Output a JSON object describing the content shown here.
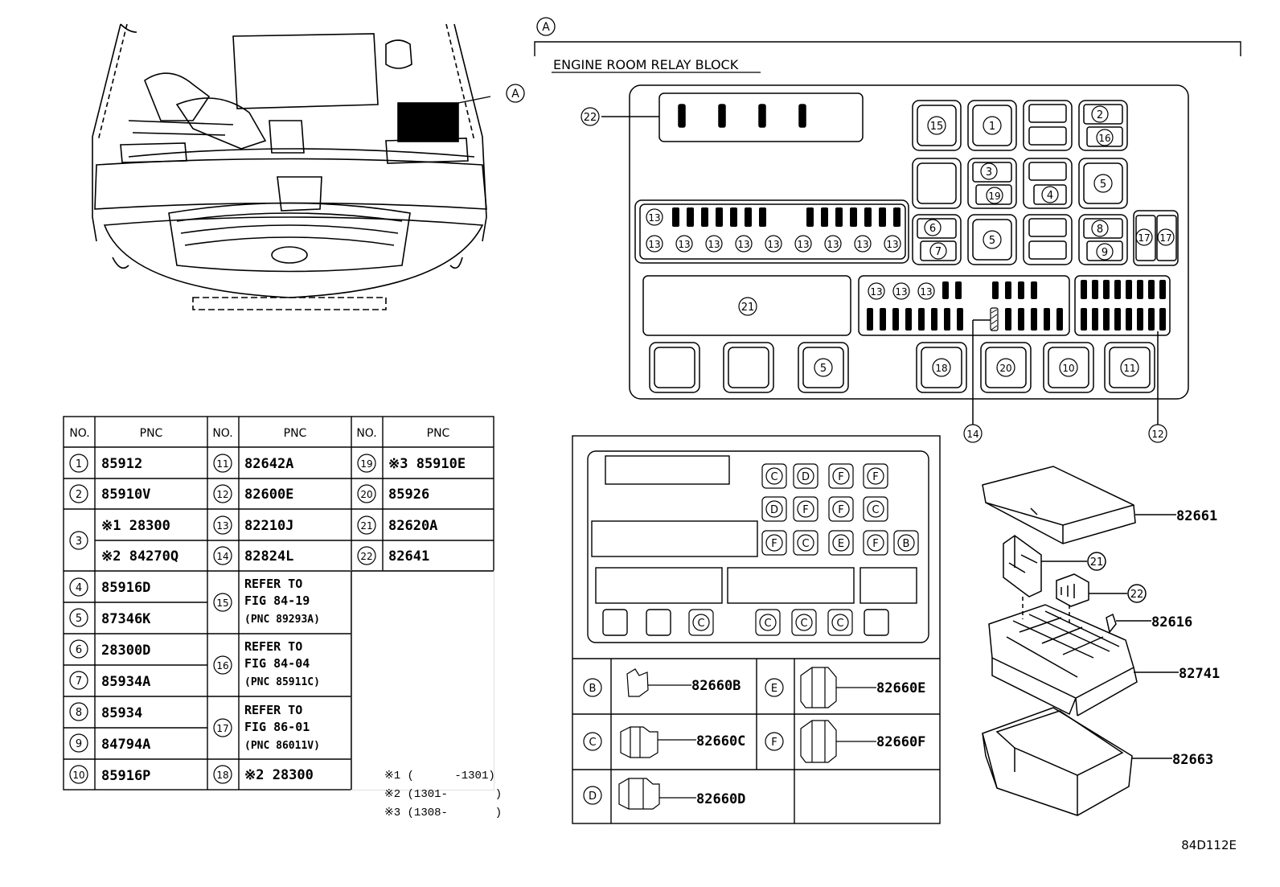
{
  "callout_a": "A",
  "relay_block_title": "ENGINE ROOM RELAY BLOCK",
  "relay_labels": {
    "n1": "1",
    "n2": "2",
    "n3": "3",
    "n4": "4",
    "n5": "5",
    "n6": "6",
    "n7": "7",
    "n8": "8",
    "n9": "9",
    "n10": "10",
    "n11": "11",
    "n12": "12",
    "n13": "13",
    "n14": "14",
    "n15": "15",
    "n16": "16",
    "n17": "17",
    "n18": "18",
    "n19": "19",
    "n20": "20",
    "n21": "21",
    "n22": "22"
  },
  "table": {
    "head_no": "NO.",
    "head_pnc": "PNC",
    "rows": {
      "r1": {
        "no": "1",
        "pnc": "85912"
      },
      "r2": {
        "no": "2",
        "pnc": "85910V"
      },
      "r3": {
        "no": "3",
        "pnc_a": "※1 28300",
        "pnc_b": "※2 84270Q"
      },
      "r4": {
        "no": "4",
        "pnc": "85916D"
      },
      "r5": {
        "no": "5",
        "pnc": "87346K"
      },
      "r6": {
        "no": "6",
        "pnc": "28300D"
      },
      "r7": {
        "no": "7",
        "pnc": "85934A"
      },
      "r8": {
        "no": "8",
        "pnc": "85934"
      },
      "r9": {
        "no": "9",
        "pnc": "84794A"
      },
      "r10": {
        "no": "10",
        "pnc": "85916P"
      },
      "r11": {
        "no": "11",
        "pnc": "82642A"
      },
      "r12": {
        "no": "12",
        "pnc": "82600E"
      },
      "r13": {
        "no": "13",
        "pnc": "82210J"
      },
      "r14": {
        "no": "14",
        "pnc": "82824L"
      },
      "r15": {
        "no": "15",
        "l1": "REFER TO",
        "l2": "FIG 84-19",
        "l3": "(PNC 89293A)"
      },
      "r16": {
        "no": "16",
        "l1": "REFER TO",
        "l2": "FIG 84-04",
        "l3": "(PNC 85911C)"
      },
      "r17": {
        "no": "17",
        "l1": "REFER TO",
        "l2": "FIG 86-01",
        "l3": "(PNC 86011V)"
      },
      "r18": {
        "no": "18",
        "pnc": "※2 28300"
      },
      "r19": {
        "no": "19",
        "pnc": "※3 85910E"
      },
      "r20": {
        "no": "20",
        "pnc": "85926"
      },
      "r21": {
        "no": "21",
        "pnc": "82620A"
      },
      "r22": {
        "no": "22",
        "pnc": "82641"
      }
    }
  },
  "footnotes": [
    "※1 (      -1301)",
    "※2 (1301-       )",
    "※3 (1308-       )"
  ],
  "connector_letters": {
    "b": "B",
    "c": "C",
    "d": "D",
    "e": "E",
    "f": "F"
  },
  "connectors": {
    "b": {
      "letter": "B",
      "pnc": "82660B"
    },
    "c": {
      "letter": "C",
      "pnc": "82660C"
    },
    "d": {
      "letter": "D",
      "pnc": "82660D"
    },
    "e": {
      "letter": "E",
      "pnc": "82660E"
    },
    "f": {
      "letter": "F",
      "pnc": "82660F"
    }
  },
  "exploded": {
    "p82661": "82661",
    "p21": "21",
    "p22": "22",
    "p82616": "82616",
    "p82741": "82741",
    "p82663": "82663"
  },
  "figure_code": "84D112E"
}
